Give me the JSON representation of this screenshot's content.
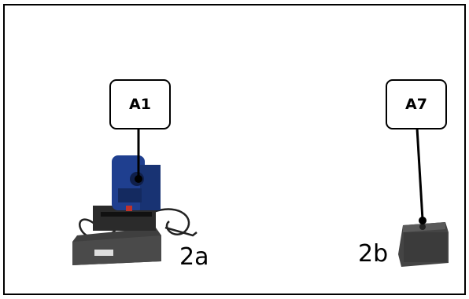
{
  "callouts": {
    "a1": "A1",
    "a7": "A7"
  },
  "figure_labels": {
    "left": "2a",
    "right": "2b"
  },
  "colors": {
    "motor_blue": "#1f3f8f",
    "base_gray": "#4a4a4a",
    "accent_red": "#c0322b",
    "line": "#000000"
  },
  "icons": {
    "left_device": "hydraulic-pump-unit-icon",
    "right_device": "control-box-icon"
  }
}
